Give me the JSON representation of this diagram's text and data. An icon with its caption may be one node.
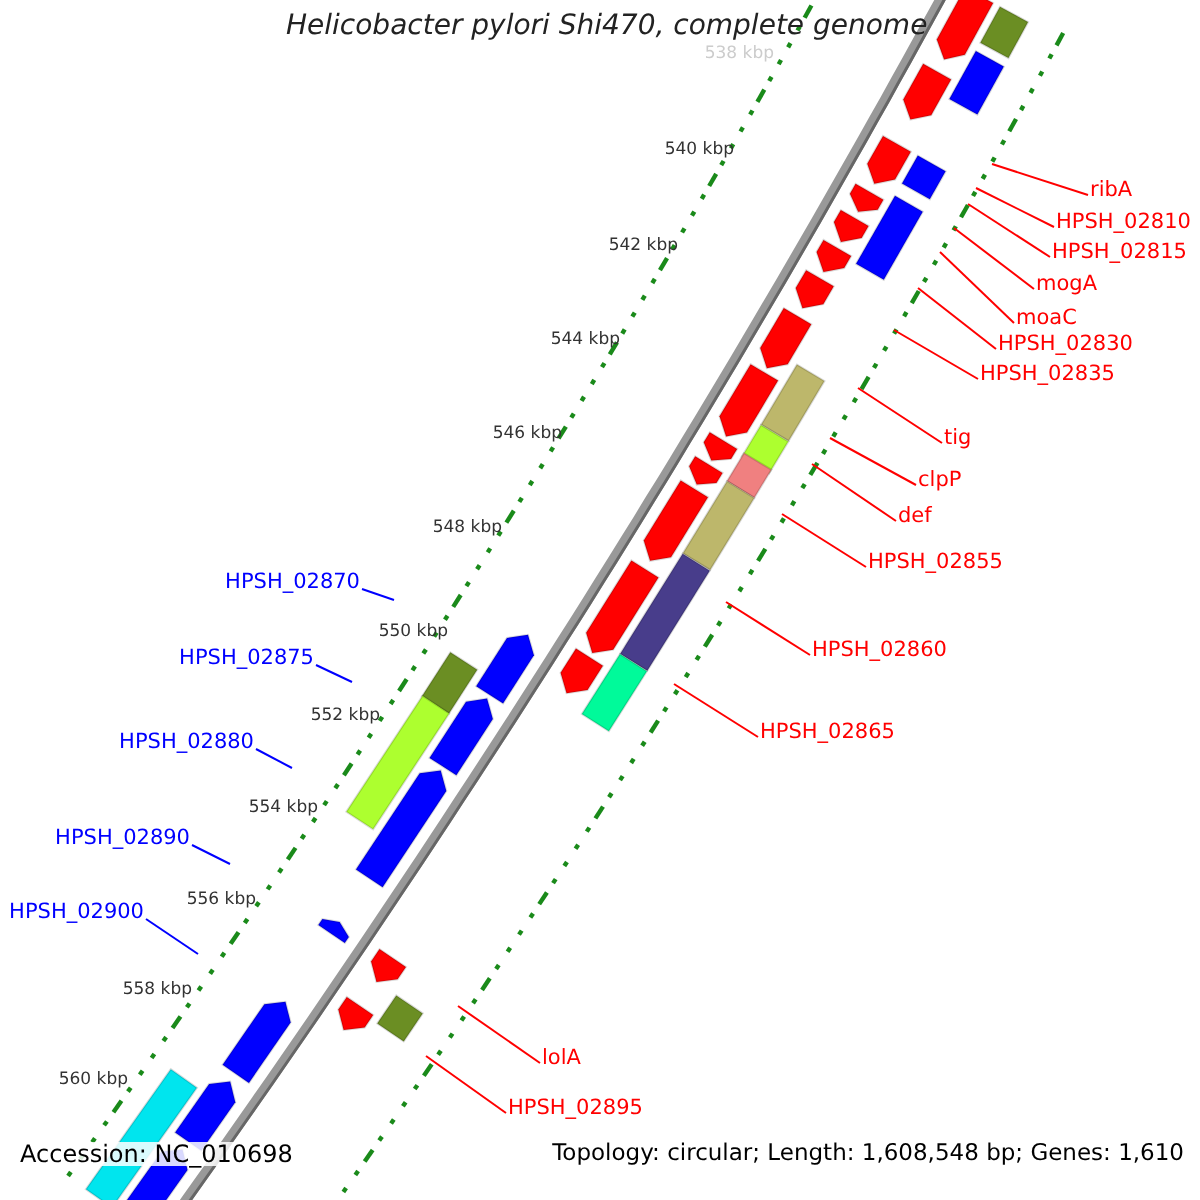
{
  "diagram": {
    "title": "Helicobacter pylori Shi470, complete genome",
    "nodes": [
      {
        "text": [
          "ribA"
        ]
      },
      {
        "text": [
          "HPSH_02810"
        ]
      },
      {
        "text": [
          "HPSH_02815"
        ]
      },
      {
        "text": [
          "mogA"
        ]
      },
      {
        "text": [
          "moaC"
        ]
      },
      {
        "text": [
          "HPSH_02830"
        ]
      },
      {
        "text": [
          "HPSH_02835"
        ]
      },
      {
        "text": [
          "tig"
        ]
      },
      {
        "text": [
          "clpP"
        ]
      },
      {
        "text": [
          "def"
        ]
      },
      {
        "text": [
          "HPSH_02855"
        ]
      },
      {
        "text": [
          "HPSH_02860"
        ]
      },
      {
        "text": [
          "HPSH_02865"
        ]
      },
      {
        "text": [
          "HPSH_02870"
        ]
      },
      {
        "text": [
          "HPSH_02875"
        ]
      },
      {
        "text": [
          "HPSH_02880"
        ]
      },
      {
        "text": [
          "HPSH_02890"
        ]
      },
      {
        "text": [
          "HPSH_02900"
        ]
      },
      {
        "text": [
          "lolA"
        ]
      },
      {
        "text": [
          "HPSH_02895"
        ]
      }
    ],
    "edges": [
      {
        "from": 0,
        "to": null,
        "arrow": "none"
      },
      {
        "from": 1,
        "to": null,
        "arrow": "none"
      },
      {
        "from": 2,
        "to": null,
        "arrow": "none"
      },
      {
        "from": 3,
        "to": null,
        "arrow": "none"
      },
      {
        "from": 4,
        "to": null,
        "arrow": "none"
      },
      {
        "from": 5,
        "to": null,
        "arrow": "none"
      },
      {
        "from": 6,
        "to": null,
        "arrow": "none"
      },
      {
        "from": 7,
        "to": null,
        "arrow": "none"
      },
      {
        "from": 8,
        "to": null,
        "arrow": "none"
      },
      {
        "from": 9,
        "to": null,
        "arrow": "none"
      },
      {
        "from": 10,
        "to": null,
        "arrow": "none"
      },
      {
        "from": 11,
        "to": null,
        "arrow": "none"
      },
      {
        "from": 12,
        "to": null,
        "arrow": "none"
      },
      {
        "from": 13,
        "to": null,
        "arrow": "none",
        "color": "#0000ff"
      },
      {
        "from": 14,
        "to": null,
        "arrow": "none",
        "color": "#0000ff"
      },
      {
        "from": 15,
        "to": null,
        "arrow": "none",
        "color": "#0000ff"
      },
      {
        "from": 16,
        "to": null,
        "arrow": "none",
        "color": "#0000ff"
      },
      {
        "from": 17,
        "to": null,
        "arrow": "none",
        "color": "#0000ff"
      },
      {
        "from": 18,
        "to": null,
        "arrow": "none"
      },
      {
        "from": 19,
        "to": null,
        "arrow": "none"
      }
    ],
    "labels": [
      "538 kbp",
      "540 kbp",
      "542 kbp",
      "544 kbp",
      "546 kbp",
      "548 kbp",
      "550 kbp",
      "552 kbp",
      "554 kbp",
      "556 kbp",
      "558 kbp",
      "560 kbp",
      "Accession: NC_010698",
      "Topology: circular; Length: 1,608,548 bp; Genes: 1,610"
    ]
  }
}
